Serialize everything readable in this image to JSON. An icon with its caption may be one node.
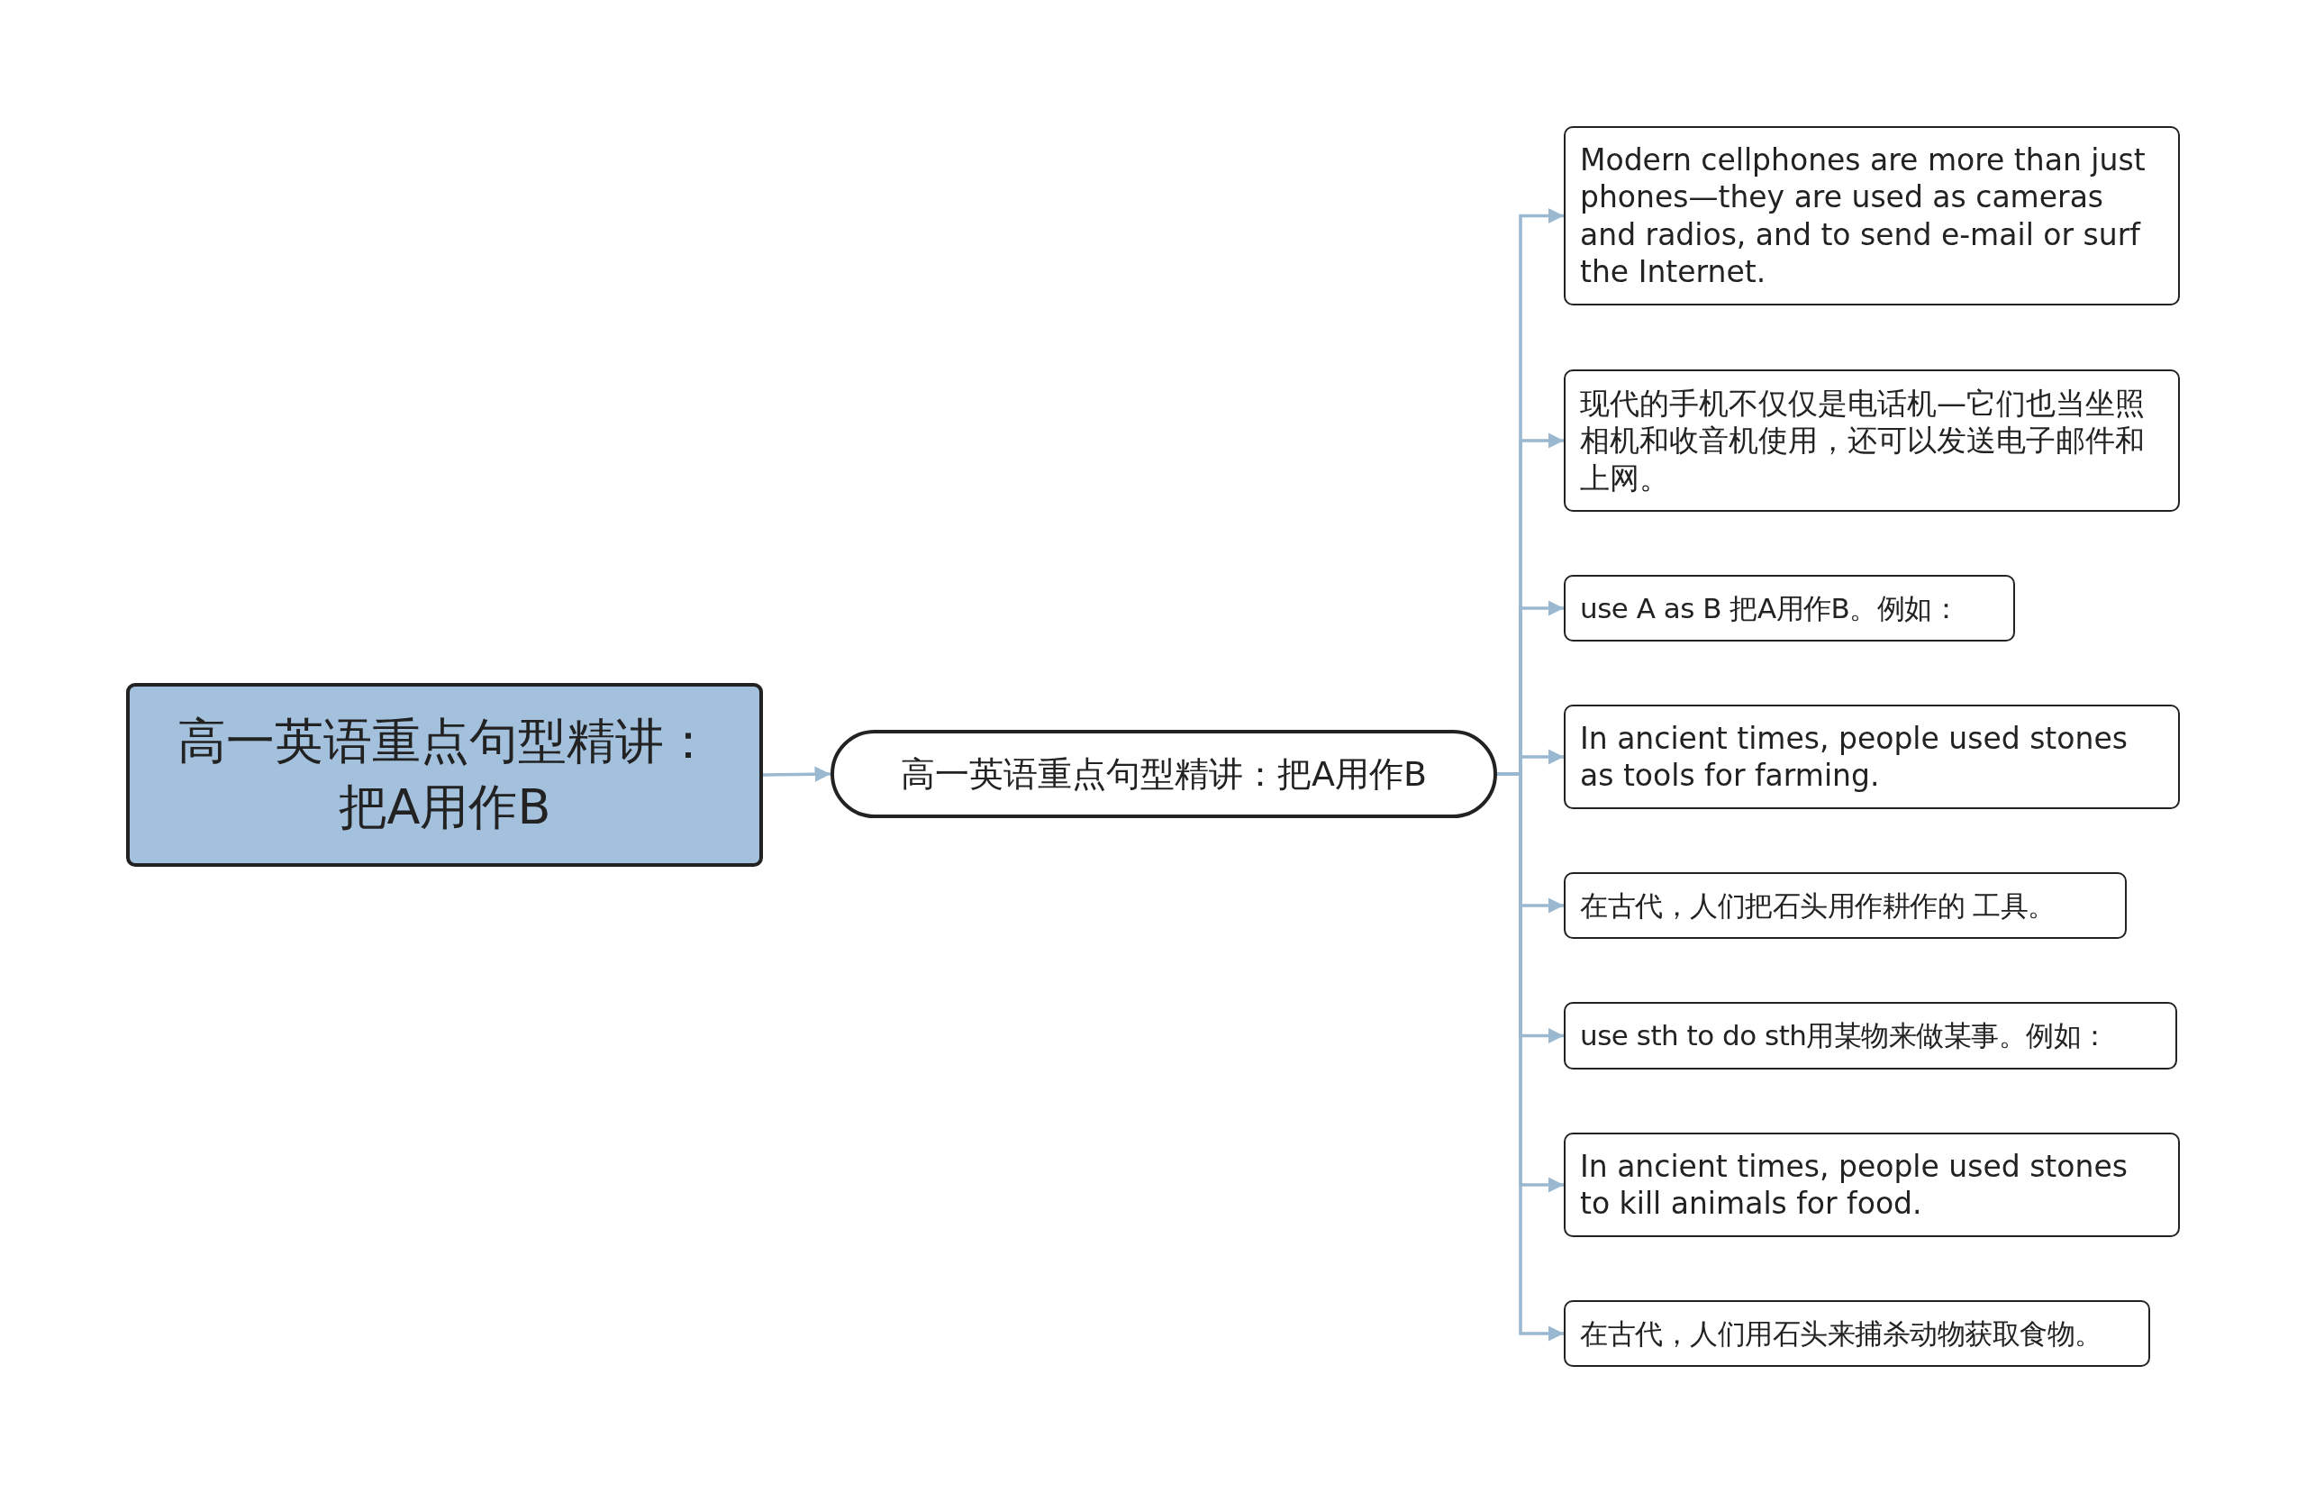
{
  "diagram": {
    "nodes": [
      {
        "text": [
          "高一英语重点句型精讲：把A用作B"
        ]
      },
      {
        "text": [
          "高一英语重点句型精讲：把A用作B"
        ]
      },
      {
        "text": [
          "Modern cellphones are more than just phones—they are used as cameras and radios, and to send e-mail or surf the Internet."
        ]
      },
      {
        "text": [
          "现代的手机不仅仅是电话机—它们也当坐照相机和收音机使用，还可以发送电子邮件和上网。"
        ]
      },
      {
        "text": [
          "use A as B 把A用作B。例如："
        ]
      },
      {
        "text": [
          "In ancient times, people used stones as tools for farming."
        ]
      },
      {
        "text": [
          "在古代，人们把石头用作耕作的 工具。"
        ]
      },
      {
        "text": [
          "use sth to do sth用某物来做某事。例如："
        ]
      },
      {
        "text": [
          "In ancient times, people used stones to kill animals for food."
        ]
      },
      {
        "text": [
          "在古代，人们用石头来捕杀动物获取食物。"
        ]
      }
    ],
    "edges": [
      {
        "from": 0,
        "to": 1,
        "arrow": "to"
      },
      {
        "from": 1,
        "to": 2,
        "arrow": "to"
      },
      {
        "from": 1,
        "to": 3,
        "arrow": "to"
      },
      {
        "from": 1,
        "to": 4,
        "arrow": "to"
      },
      {
        "from": 1,
        "to": 5,
        "arrow": "to"
      },
      {
        "from": 1,
        "to": 6,
        "arrow": "to"
      },
      {
        "from": 1,
        "to": 7,
        "arrow": "to"
      },
      {
        "from": 1,
        "to": 8,
        "arrow": "to"
      },
      {
        "from": 1,
        "to": 9,
        "arrow": "to"
      }
    ]
  }
}
